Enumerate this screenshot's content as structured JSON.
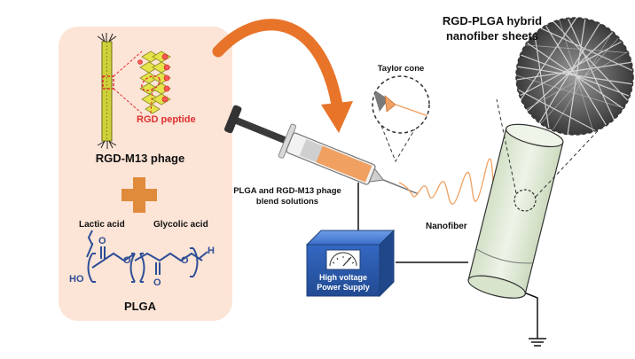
{
  "left_panel": {
    "phage_label": "RGD-M13 phage",
    "peptide_label": "RGD peptide",
    "lactic_acid": "Lactic acid",
    "glycolic_acid": "Glycolic acid",
    "plga_label": "PLGA",
    "chem": {
      "ho": "HO",
      "o1": "O",
      "o2": "O",
      "o3": "O",
      "o4": "O",
      "h": "H"
    }
  },
  "syringe_caption": {
    "line1": "PLGA and RGD-M13 phage",
    "line2": "blend solutions"
  },
  "taylor_cone_label": "Taylor cone",
  "title": {
    "line1": "RGD-PLGA hybrid",
    "line2": "nanofiber sheets"
  },
  "nanofiber_label": "Nanofiber",
  "power_supply": {
    "line1": "High voltage",
    "line2": "Power Supply"
  },
  "colors": {
    "panel_bg": "#fce4d6",
    "arrow": "#e8742a",
    "plus": "#e08a3c",
    "phage_yellow": "#e5e34a",
    "power_blue": "#2f5fb0",
    "drum_green": "#e3ecda",
    "fiber": "#f0a060",
    "chem_blue": "#2e4e96",
    "peptide_red": "#e03030"
  }
}
